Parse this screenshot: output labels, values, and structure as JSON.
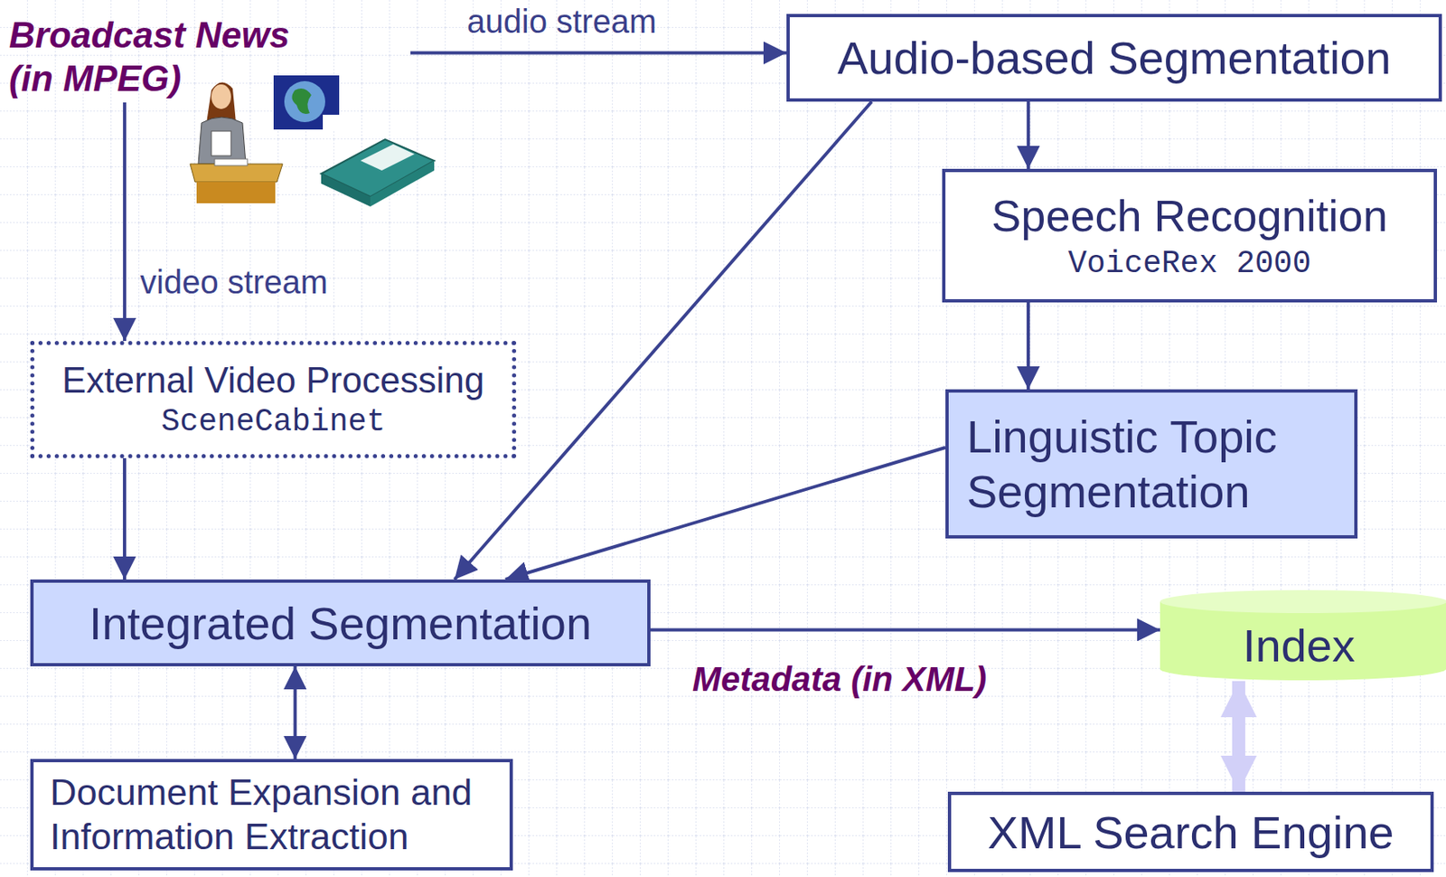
{
  "diagram": {
    "nodes": [
      {
        "text": [
          "Broadcast News (in MPEG)"
        ]
      },
      {
        "text": [
          "Audio-based Segmentation"
        ]
      },
      {
        "text": [
          "Speech Recognition",
          "VoiceRex 2000"
        ]
      },
      {
        "text": [
          "External Video Processing",
          "SceneCabinet"
        ]
      },
      {
        "text": [
          "Linguistic Topic Segmentation"
        ]
      },
      {
        "text": [
          "Integrated Segmentation"
        ]
      },
      {
        "text": [
          "Index"
        ]
      },
      {
        "text": [
          "Document Expansion and Information Extraction"
        ]
      },
      {
        "text": [
          "XML Search Engine"
        ]
      }
    ],
    "edges": [
      {
        "from": 0,
        "to": 1,
        "arrow": "to",
        "label": "audio stream"
      },
      {
        "from": 0,
        "to": 3,
        "arrow": "to",
        "label": "video stream"
      },
      {
        "from": 1,
        "to": 2,
        "arrow": "to"
      },
      {
        "from": 2,
        "to": 4,
        "arrow": "to"
      },
      {
        "from": 1,
        "to": 5,
        "arrow": "to"
      },
      {
        "from": 4,
        "to": 5,
        "arrow": "to"
      },
      {
        "from": 3,
        "to": 5,
        "arrow": "to"
      },
      {
        "from": 5,
        "to": 6,
        "arrow": "to",
        "label": "Metadata (in XML)"
      },
      {
        "from": 5,
        "to": 7,
        "arrow": "both"
      },
      {
        "from": 6,
        "to": 8,
        "arrow": "both"
      }
    ]
  }
}
